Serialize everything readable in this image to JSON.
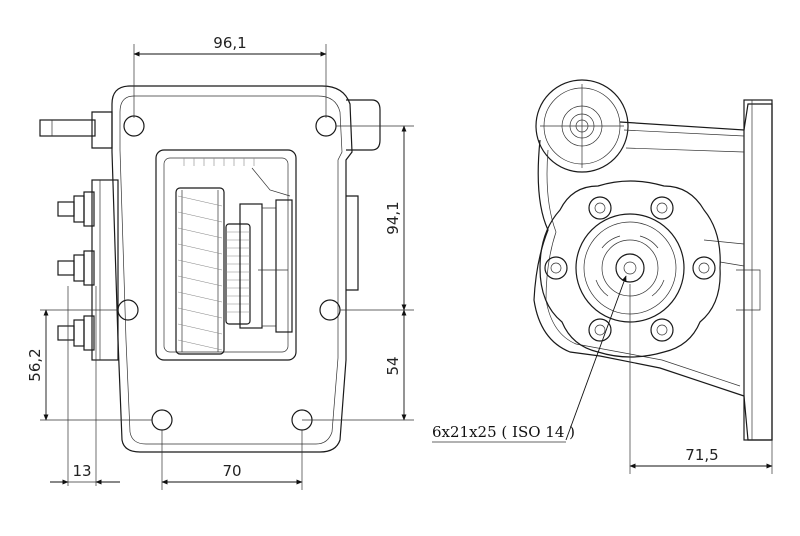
{
  "drawing": {
    "dimensions": {
      "top_width": "96,1",
      "right_height_upper": "94,1",
      "right_height_lower": "54",
      "left_height": "56,2",
      "bottom_small": "13",
      "bottom_width": "70",
      "side_view_width": "71,5"
    },
    "spline_label": "6x21x25 ( ISO 14 )"
  }
}
